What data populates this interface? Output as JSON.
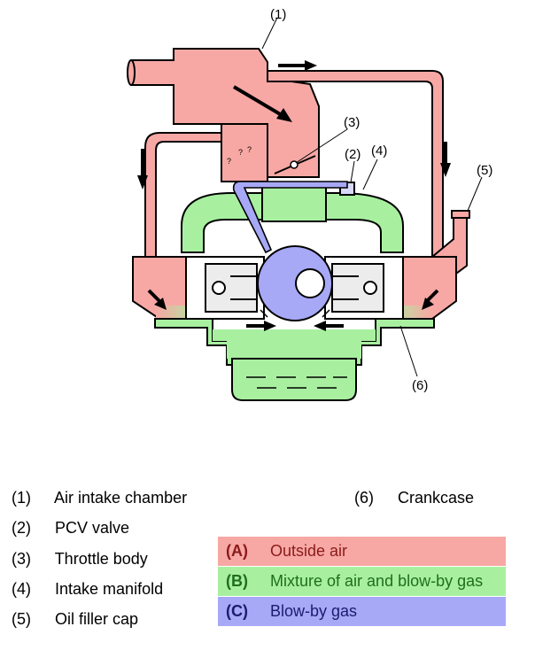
{
  "callouts": [
    "(1)",
    "(2)",
    "(3)",
    "(4)",
    "(5)",
    "(6)"
  ],
  "question_marks": [
    "?",
    "?",
    "?"
  ],
  "legend": [
    {
      "num": "(1)",
      "label": "Air intake chamber"
    },
    {
      "num": "(2)",
      "label": "PCV valve"
    },
    {
      "num": "(3)",
      "label": "Throttle body"
    },
    {
      "num": "(4)",
      "label": "Intake manifold"
    },
    {
      "num": "(5)",
      "label": "Oil filler cap"
    },
    {
      "num": "(6)",
      "label": "Crankcase"
    }
  ],
  "key": [
    {
      "code": "(A)",
      "label": "Outside air",
      "color": "#f7a8a4",
      "text_color": "#8b1a1a"
    },
    {
      "code": "(B)",
      "label": "Mixture of air and blow-by gas",
      "color": "#a8f0a0",
      "text_color": "#1f6e1f"
    },
    {
      "code": "(C)",
      "label": "Blow-by gas",
      "color": "#a7a8f6",
      "text_color": "#1c1c6e"
    }
  ],
  "colors": {
    "outside_air": "#f7a8a4",
    "mixture": "#a8f0a0",
    "blowby": "#a7a8f6",
    "engine_block": "#e8e8e8"
  }
}
